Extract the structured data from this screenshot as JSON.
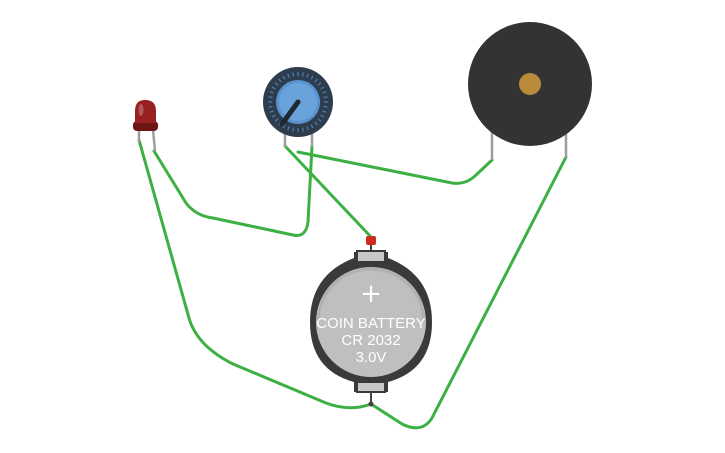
{
  "battery": {
    "line1": "COIN BATTERY",
    "line2": "CR 2032",
    "line3": "3.0V",
    "plus": "+"
  },
  "components": {
    "led": "led-red",
    "potentiometer": "potentiometer-blue",
    "buzzer": "piezo-buzzer",
    "battery": "coin-cell-battery"
  },
  "colors": {
    "wire": "#3cb043",
    "led_body": "#9a2121",
    "led_dark": "#6d1414",
    "pot_ring": "#2e3d4d",
    "pot_knob": "#5b93cf",
    "buzzer_body": "#333333",
    "buzzer_center": "#b88a3a",
    "battery_holder": "#3a3a3a",
    "battery_cell": "#bfbfbf",
    "pin": "#9e9e9e"
  }
}
